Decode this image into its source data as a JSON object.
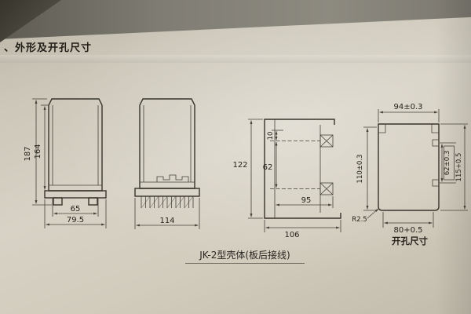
{
  "colors": {
    "paper": "#d5d0c2",
    "ink": "#37342c",
    "photo_background": "#55524b"
  },
  "photo": {
    "heading": "、外形及开孔尺寸",
    "caption": "JK-2型壳体(板后接线)"
  },
  "figures": {
    "front_view": {
      "dim_height_outer": "187",
      "dim_height_inner": "164",
      "dim_width_inner": "65",
      "dim_width_outer": "79.5"
    },
    "side_view": {
      "dim_width": "114"
    },
    "panel_section": {
      "dim_height": "122",
      "dim_hole_offset": "10",
      "dim_hole_pitch": "62",
      "dim_depth_inner": "95",
      "dim_depth_outer": "106"
    },
    "opening": {
      "label": "开孔尺寸",
      "dim_width_top": "94±0.3",
      "dim_hole_pitch": "62±0.3",
      "dim_height_right": "115+0.5",
      "dim_height_left": "110±0.3",
      "dim_corner_radius": "R2.5",
      "dim_width_bottom": "80+0.5"
    }
  }
}
